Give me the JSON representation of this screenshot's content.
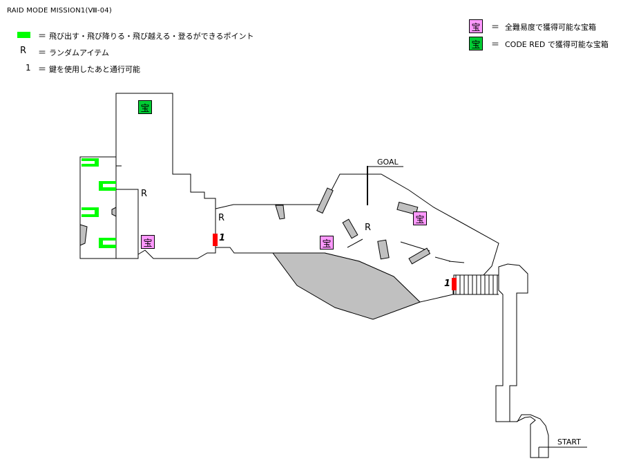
{
  "title": "RAID MODE  MISSION1(Ⅷ-04)",
  "legend_left": [
    {
      "symbol": "",
      "eq": "＝",
      "text": "飛び出す・飛び降りる・飛び越える・登るができるポイント"
    },
    {
      "symbol": "R",
      "eq": "＝",
      "text": "ランダムアイテム"
    },
    {
      "symbol": "1",
      "eq": "＝",
      "text": "鍵を使用したあと通行可能"
    }
  ],
  "legend_right": [
    {
      "symbol": "宝",
      "eq": "＝",
      "text": "全難易度で獲得可能な宝箱"
    },
    {
      "symbol": "宝",
      "eq": "＝",
      "text": "CODE RED で獲得可能な宝箱"
    }
  ],
  "map": {
    "goal": "GOAL",
    "start": "START",
    "random_item": "R",
    "treasure": "宝",
    "door": "1"
  },
  "colors": {
    "jump_point": "#00ff00",
    "treasure_all": "#ff99ff",
    "treasure_code_red": "#00cc33",
    "locked_door": "#ff0000",
    "obstacle": "#c0c0c0"
  }
}
